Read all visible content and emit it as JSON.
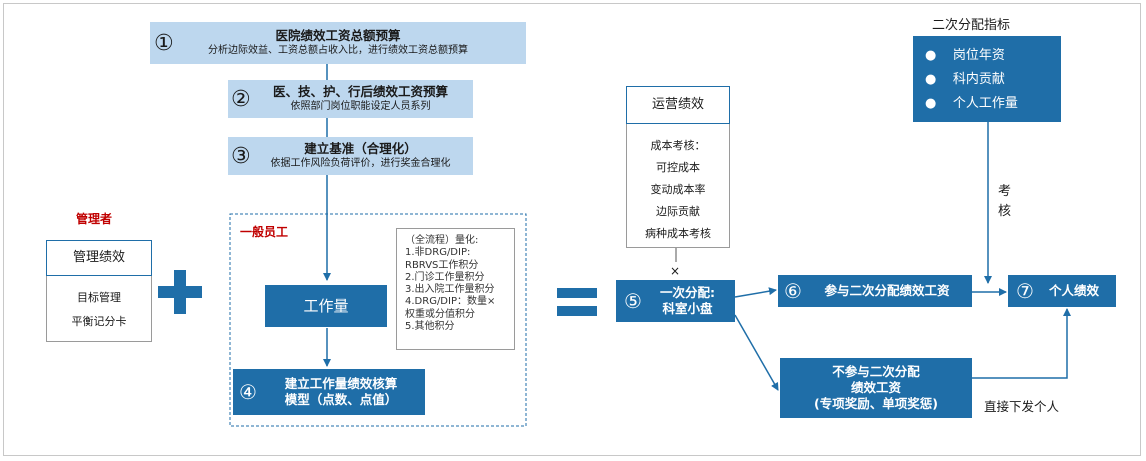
{
  "step1": {
    "num": "①",
    "title": "医院绩效工资总额预算",
    "sub": "分析边际效益、工资总额占收入比，进行绩效工资总额预算"
  },
  "step2": {
    "num": "②",
    "title": "医、技、护、行后绩效工资预算",
    "sub": "依照部门岗位职能设定人员系列"
  },
  "step3": {
    "num": "③",
    "title": "建立基准（合理化）",
    "sub": "依据工作风险负荷评价，进行奖金合理化"
  },
  "manager": {
    "label": "管理者",
    "box_title": "管理绩效",
    "items": [
      "目标管理",
      "平衡记分卡"
    ]
  },
  "plus": "+",
  "equals": "=",
  "general_staff": "一般员工",
  "workload": "工作量",
  "quantify": {
    "lines": [
      "（全流程）量化:",
      "1.非DRG/DIP:",
      "RBRVS工作积分",
      "2.门诊工作量积分",
      "3.出入院工作量积分",
      "4.DRG/DIP：数量×",
      "权重或分值积分",
      "5.其他积分"
    ]
  },
  "step4": {
    "num": "④",
    "lines": [
      "建立工作量绩效核算",
      "模型（点数、点值）"
    ]
  },
  "ops": {
    "title": "运营绩效",
    "items": [
      "成本考核：",
      "可控成本",
      "变动成本率",
      "边际贡献",
      "病种成本考核"
    ]
  },
  "times": "×",
  "step5": {
    "num": "⑤",
    "lines": [
      "一次分配:",
      "科室小盘"
    ]
  },
  "step6": {
    "num": "⑥",
    "label": "参与二次分配绩效工资"
  },
  "step7": {
    "num": "⑦",
    "label": "个人绩效"
  },
  "no_second": {
    "lines": [
      "不参与二次分配",
      "绩效工资",
      "(专项奖励、单项奖惩)"
    ]
  },
  "indicators": {
    "title": "二次分配指标",
    "items": [
      "岗位年资",
      "科内贡献",
      "个人工作量"
    ]
  },
  "assess": {
    "chars": [
      "考",
      "核"
    ]
  },
  "direct": "直接下发个人"
}
